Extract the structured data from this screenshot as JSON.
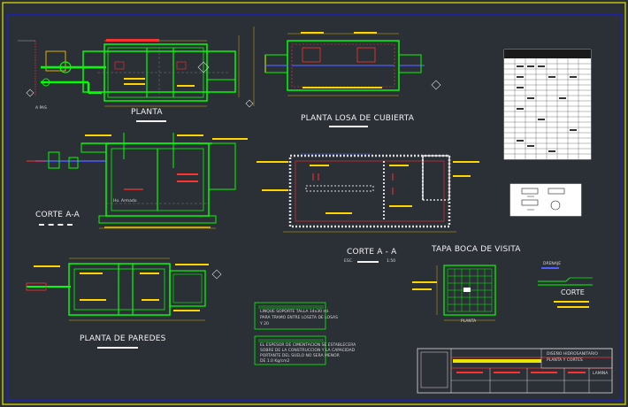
{
  "colors": {
    "background": "#2b2f36",
    "outer_frame": "#e6e600",
    "inner_frame": "#1a1aff",
    "walls": "#00ff00",
    "pipes_blue": "#4f5fff",
    "dims": "#ffd400",
    "notes": "#ff3030",
    "text": "#f2f2f2"
  },
  "labels": {
    "planta": "PLANTA",
    "planta_losa": "PLANTA LOSA DE CUBIERTA",
    "corte_aa_left": "CORTE A-A",
    "corte_aa_mid": "CORTE A - A",
    "esc_left": "ESC.",
    "esc_right": "1:50",
    "planta_paredes": "PLANTA  DE PAREDES",
    "tapa_boca": "TAPA BOCA DE VISITA",
    "planta_small": "PLANTA",
    "corte_small": "CORTE",
    "a_pas": "A PAS",
    "nota1_line1": "LINQUE SOPORTE TALLA 14x30 ml.",
    "nota1_line2": "PARA TRAMO ENTRE LOSETA DE LOSAS",
    "nota1_line3": "Y 20",
    "nota2_line1": "EL ESPESOR DE CIMENTACION SE ESTABLECERA",
    "nota2_line2": "SOBRE DE LA CONSTRUCCION Y LA CAPACIDAD",
    "nota2_line3": "PORTANTE DEL SUELO NO SERA MENOR",
    "nota2_line4": "DE 1.0 Kg/cm2",
    "drenaje": "DRENAJE",
    "hormigon": "Ho. Armado"
  },
  "title_block": {
    "project": "DISEÑO HIDROSANITARIO",
    "sheet": "PLANTA Y CORTES",
    "lamina": "LAMINA"
  }
}
